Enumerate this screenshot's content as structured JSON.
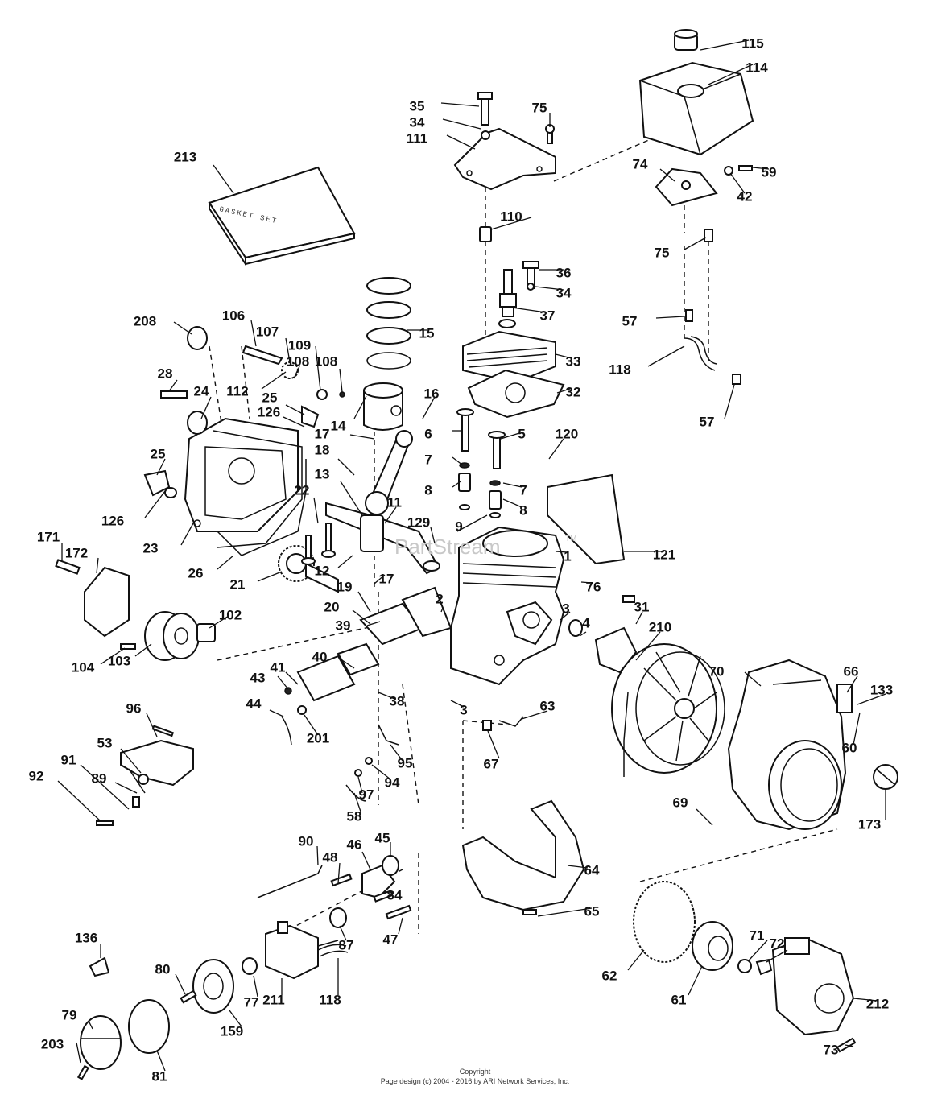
{
  "diagram": {
    "gasket_set_label": "GASKET SET",
    "watermark": "PartStream",
    "trademark": "TM",
    "footer": {
      "copyright": "Copyright",
      "page_design": "Page design (c) 2004 - 2016 by ARI Network Services, Inc."
    },
    "callouts": [
      "115",
      "114",
      "35",
      "75",
      "34",
      "111",
      "59",
      "74",
      "42",
      "213",
      "110",
      "75",
      "36",
      "34",
      "37",
      "57",
      "118",
      "57",
      "208",
      "106",
      "107",
      "15",
      "33",
      "28",
      "109",
      "108",
      "108",
      "112",
      "24",
      "25",
      "126",
      "32",
      "14",
      "16",
      "17",
      "6",
      "5",
      "120",
      "18",
      "25",
      "7",
      "7",
      "8",
      "8",
      "13",
      "11",
      "22",
      "126",
      "23",
      "9",
      "129",
      "1",
      "121",
      "171",
      "172",
      "26",
      "21",
      "12",
      "17",
      "76",
      "19",
      "2",
      "3",
      "4",
      "31",
      "210",
      "20",
      "102",
      "104",
      "103",
      "39",
      "41",
      "40",
      "43",
      "38",
      "70",
      "66",
      "133",
      "3",
      "60",
      "63",
      "44",
      "201",
      "67",
      "96",
      "95",
      "53",
      "94",
      "91",
      "89",
      "97",
      "92",
      "58",
      "173",
      "69",
      "90",
      "48",
      "46",
      "45",
      "64",
      "84",
      "87",
      "47",
      "65",
      "136",
      "80",
      "71",
      "72",
      "62",
      "61",
      "77",
      "211",
      "118",
      "212",
      "159",
      "79",
      "73",
      "203",
      "81"
    ]
  }
}
